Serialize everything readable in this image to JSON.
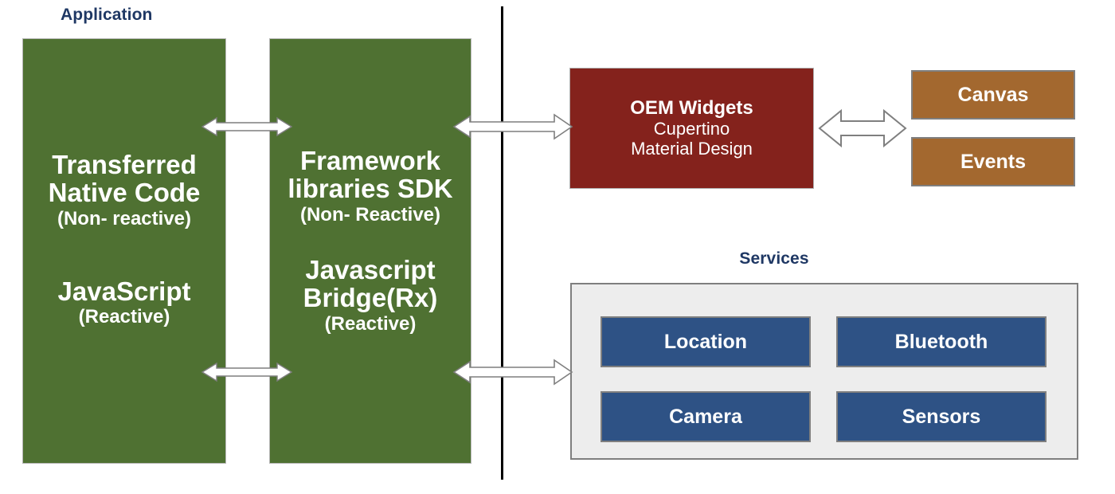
{
  "captions": {
    "application": "Application",
    "services": "Services"
  },
  "colors": {
    "application_green": "#4F7132",
    "oem_red": "#84221C",
    "canvas_events_orange": "#A3682F",
    "service_blue": "#2E5285",
    "services_panel_bg": "#EDEDED",
    "caption_navy": "#1F3864",
    "divider_black": "#000000",
    "arrow_fill_white": "#FFFFFF",
    "arrow_stroke_gray": "#7F7F7F"
  },
  "application": {
    "native_column": {
      "title_line1": "Transferred",
      "title_line2": "Native Code",
      "subtitle1": "(Non- reactive)",
      "title_line3": "JavaScript",
      "subtitle2": "(Reactive)"
    },
    "framework_column": {
      "title_line1": "Framework",
      "title_line2": "libraries SDK",
      "subtitle1": "(Non- Reactive)",
      "title_line3": "Javascript",
      "title_line4": "Bridge(Rx)",
      "subtitle2": "(Reactive)"
    }
  },
  "platform": {
    "oem_widgets": {
      "title": "OEM Widgets",
      "line1": "Cupertino",
      "line2": "Material Design"
    },
    "canvas": "Canvas",
    "events": "Events"
  },
  "services": {
    "items": [
      {
        "label": "Location"
      },
      {
        "label": "Bluetooth"
      },
      {
        "label": "Camera"
      },
      {
        "label": "Sensors"
      }
    ]
  },
  "connectors": [
    {
      "name": "native-to-sdk-top",
      "style": "double-headed-arrow",
      "orientation": "horizontal"
    },
    {
      "name": "native-to-sdk-bottom",
      "style": "double-headed-arrow",
      "orientation": "horizontal"
    },
    {
      "name": "sdk-to-oem-top",
      "style": "double-headed-arrow",
      "orientation": "horizontal"
    },
    {
      "name": "sdk-to-services",
      "style": "double-headed-arrow",
      "orientation": "horizontal"
    },
    {
      "name": "oem-to-canvas",
      "style": "double-headed-arrow-outline",
      "orientation": "horizontal"
    }
  ]
}
